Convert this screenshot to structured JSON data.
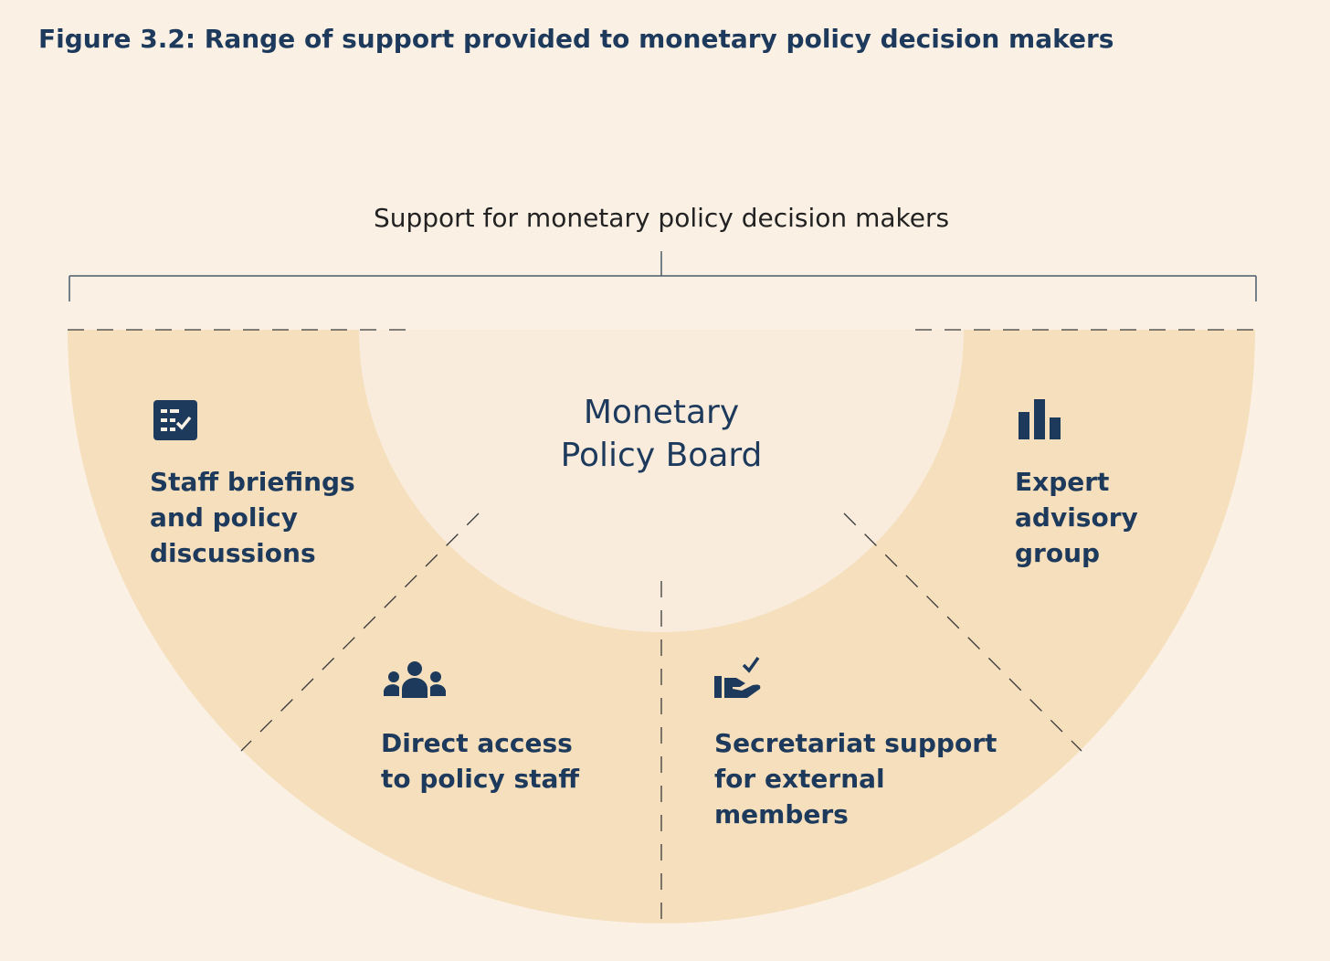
{
  "figure": {
    "title": "Figure 3.2: Range of support provided to monetary policy decision makers"
  },
  "diagram": {
    "bracket_label": "Support for monetary policy decision makers",
    "center": {
      "line1": "Monetary",
      "line2": "Policy Board"
    },
    "segments": [
      {
        "id": "staff-briefings",
        "icon": "checklist-icon",
        "lines": [
          "Staff briefings",
          "and policy",
          "discussions"
        ]
      },
      {
        "id": "direct-access",
        "icon": "people-group-icon",
        "lines": [
          "Direct access",
          "to policy staff"
        ]
      },
      {
        "id": "secretariat-support",
        "icon": "hand-check-icon",
        "lines": [
          "Secretariat support",
          "for external",
          "members"
        ]
      },
      {
        "id": "expert-advisory",
        "icon": "bar-chart-icon",
        "lines": [
          "Expert",
          "advisory",
          "group"
        ]
      }
    ],
    "colors": {
      "background": "#faf0e4",
      "ring": "#f5dfbc",
      "text": "#1d3a5c",
      "lines": "#3a3a3a"
    }
  }
}
